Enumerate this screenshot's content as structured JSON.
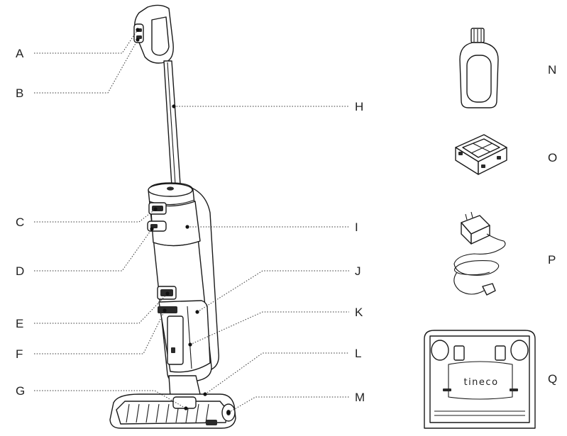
{
  "labels": {
    "A": "A",
    "B": "B",
    "C": "C",
    "D": "D",
    "E": "E",
    "F": "F",
    "G": "G",
    "H": "H",
    "I": "I",
    "J": "J",
    "K": "K",
    "L": "L",
    "M": "M",
    "N": "N",
    "O": "O",
    "P": "P",
    "Q": "Q"
  },
  "brand_logo_text": "tineco"
}
